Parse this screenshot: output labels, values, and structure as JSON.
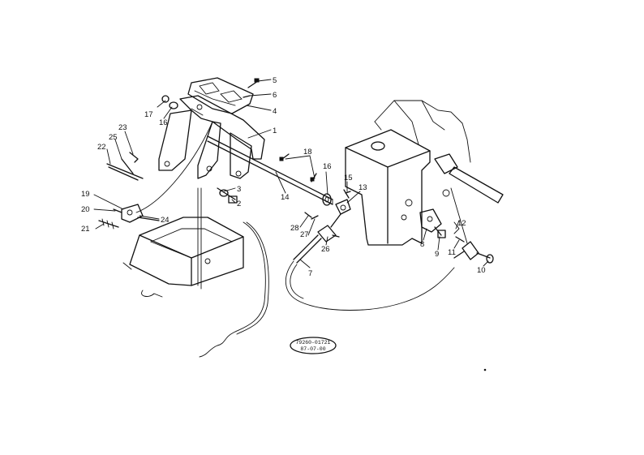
{
  "diagram": {
    "stamp": {
      "line1": "79260-01721",
      "line2": "87-07-00"
    },
    "callouts": [
      {
        "id": "c1",
        "label": "1"
      },
      {
        "id": "c2",
        "label": "2"
      },
      {
        "id": "c3",
        "label": "3"
      },
      {
        "id": "c4",
        "label": "4"
      },
      {
        "id": "c5",
        "label": "5"
      },
      {
        "id": "c6",
        "label": "6"
      },
      {
        "id": "c7",
        "label": "7"
      },
      {
        "id": "c8",
        "label": "8"
      },
      {
        "id": "c9",
        "label": "9"
      },
      {
        "id": "c10",
        "label": "10"
      },
      {
        "id": "c11",
        "label": "11"
      },
      {
        "id": "c12",
        "label": "12"
      },
      {
        "id": "c13",
        "label": "13"
      },
      {
        "id": "c14",
        "label": "14"
      },
      {
        "id": "c15",
        "label": "15"
      },
      {
        "id": "c16a",
        "label": "16"
      },
      {
        "id": "c16b",
        "label": "16"
      },
      {
        "id": "c17",
        "label": "17"
      },
      {
        "id": "c18",
        "label": "18"
      },
      {
        "id": "c19",
        "label": "19"
      },
      {
        "id": "c20",
        "label": "20"
      },
      {
        "id": "c21",
        "label": "21"
      },
      {
        "id": "c22",
        "label": "22"
      },
      {
        "id": "c23",
        "label": "23"
      },
      {
        "id": "c24",
        "label": "24"
      },
      {
        "id": "c25",
        "label": "25"
      },
      {
        "id": "c26",
        "label": "26"
      },
      {
        "id": "c27",
        "label": "27"
      },
      {
        "id": "c28",
        "label": "28"
      }
    ]
  }
}
